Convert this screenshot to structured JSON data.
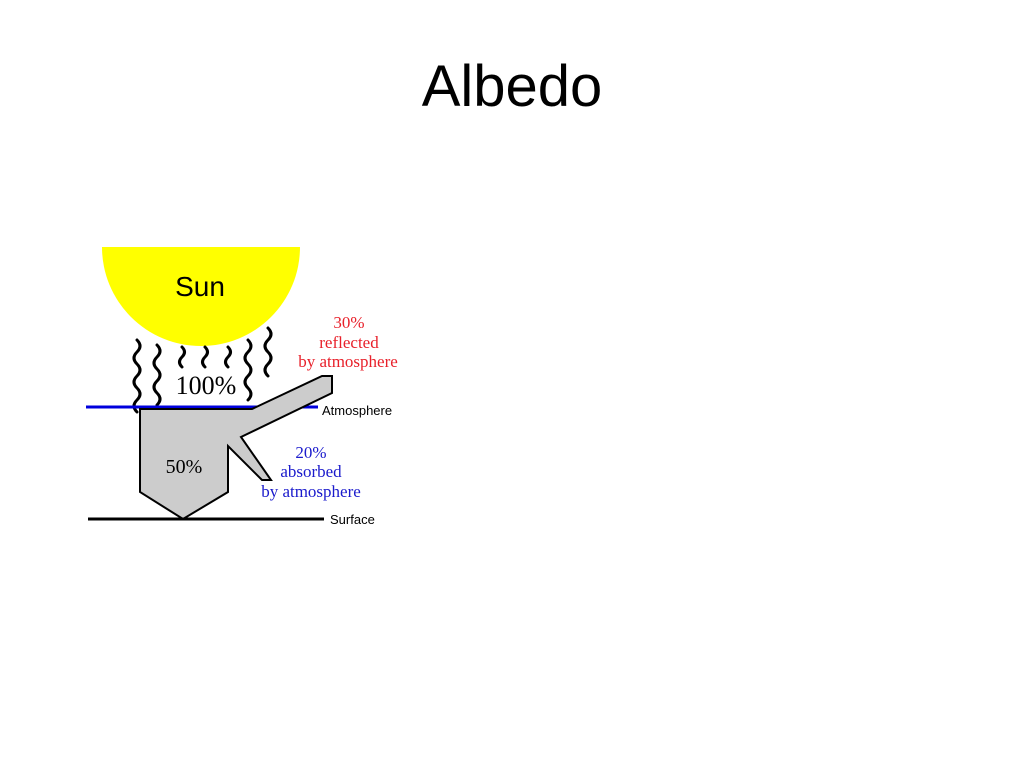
{
  "slide": {
    "title": "Albedo"
  },
  "diagram": {
    "sun_label": "Sun",
    "incoming_label": "100%",
    "surface_absorbed_label": "50%",
    "reflected": {
      "line1": "30%",
      "line2": "reflected",
      "line3": "by atmosphere",
      "color": "#e8202a"
    },
    "absorbed": {
      "line1": "20%",
      "line2": "absorbed",
      "line3": "by atmosphere",
      "color": "#1a1acc"
    },
    "atmosphere_label": "Atmosphere",
    "surface_label": "Surface",
    "colors": {
      "sun": "#ffff00",
      "atmosphere_line": "#0000dd",
      "arrow_fill": "#cccccc",
      "surface_line": "#000000"
    }
  }
}
